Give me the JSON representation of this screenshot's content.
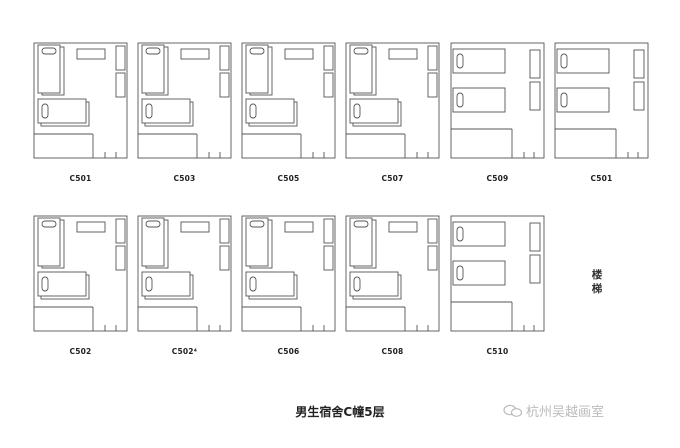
{
  "rooms": [
    {
      "label": "C501",
      "layout": "a"
    },
    {
      "label": "C503",
      "layout": "a"
    },
    {
      "label": "C505",
      "layout": "a"
    },
    {
      "label": "C507",
      "layout": "a"
    },
    {
      "label": "C509",
      "layout": "b"
    },
    {
      "label": "C501",
      "layout": "b"
    },
    {
      "label": "C502",
      "layout": "a"
    },
    {
      "label": "C502⁴",
      "layout": "a"
    },
    {
      "label": "C506",
      "layout": "a"
    },
    {
      "label": "C508",
      "layout": "a"
    },
    {
      "label": "C510",
      "layout": "b"
    }
  ],
  "stairwell": "楼梯",
  "caption": "男生宿舍C幢5层",
  "watermark": "杭州吴越画室"
}
